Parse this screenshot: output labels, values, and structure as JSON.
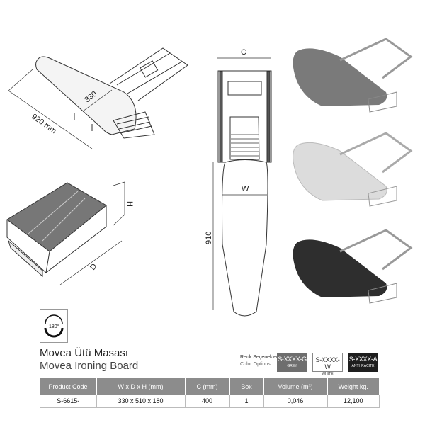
{
  "drawings": {
    "top_view_labels": {
      "length": "920 mm",
      "width": "330"
    },
    "folded_view_labels": {
      "height": "H",
      "depth": "D"
    },
    "front_view_labels": {
      "cabinet": "C",
      "board_width": "W",
      "board_length": "910"
    }
  },
  "rotation_badge": {
    "text": "180°"
  },
  "product": {
    "title_tr": "Movea Ütü Masası",
    "title_en": "Movea Ironing Board"
  },
  "color_options": {
    "label_tr": "Renk Seçenekleri",
    "label_en": "Color Options",
    "swatches": [
      {
        "code": "S-XXXX-G",
        "name": "GREY",
        "color": "#6e6e6e",
        "text_color": "#ffffff"
      },
      {
        "code": "S-XXXX-W",
        "name": "WHITE",
        "color": "#ffffff",
        "text_color": "#333333"
      },
      {
        "code": "S-XXXX-A",
        "name": "ANTHRACITE",
        "color": "#1e1e1e",
        "text_color": "#ffffff"
      }
    ]
  },
  "board_colors": [
    "#7a7a7a",
    "#dcdcdc",
    "#2e2e2e"
  ],
  "table": {
    "headers": [
      "Product Code",
      "W x D x H (mm)",
      "C (mm)",
      "Box",
      "Volume (m³)",
      "Weight kg."
    ],
    "rows": [
      [
        "S-6615-",
        "330 x 510 x 180",
        "400",
        "1",
        "0,046",
        "12,100"
      ]
    ]
  }
}
